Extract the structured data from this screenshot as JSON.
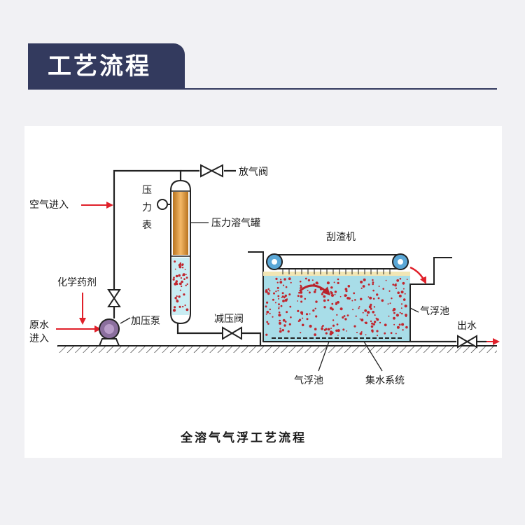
{
  "header": {
    "title": "工艺流程"
  },
  "diagram": {
    "labels": {
      "air_in": "空气进入",
      "chem": "化学药剂",
      "raw_water_1": "原水",
      "raw_water_2": "进入",
      "pump": "加压泵",
      "gauge_1": "压",
      "gauge_2": "力",
      "gauge_3": "表",
      "vent_valve": "放气阀",
      "tank": "压力溶气罐",
      "skimmer": "刮渣机",
      "reduce_valve": "减压阀",
      "float_tank_right": "气浮池",
      "outlet": "出水",
      "float_tank_bottom": "气浮池",
      "collect": "集水系统"
    },
    "caption": "全溶气气浮工艺流程"
  },
  "colors": {
    "header_bg": "#333a5e",
    "water": "#a8dde8",
    "tank_orange": "#e8a14a",
    "arrow_red": "#e0202a",
    "bubble": "#c0262e"
  }
}
